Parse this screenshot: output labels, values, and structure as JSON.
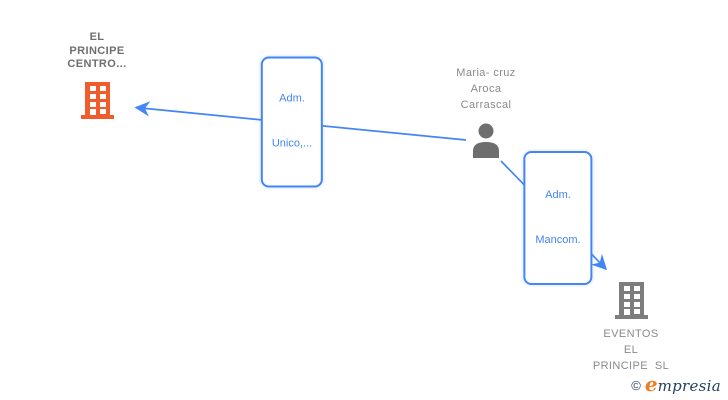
{
  "diagram": {
    "type": "corporate-relationship-graph",
    "nodes": {
      "company_a": {
        "kind": "company",
        "line1": "EL",
        "line2": "PRINCIPE",
        "line3": "CENTRO...",
        "icon": "building-icon",
        "icon_color": "#f25c2a"
      },
      "person": {
        "kind": "person",
        "line1": "Maria- cruz",
        "line2": "Aroca",
        "line3": "Carrascal",
        "icon": "person-icon",
        "icon_color": "#6e6e6e"
      },
      "company_b": {
        "kind": "company",
        "line1": "EVENTOS",
        "line2": "EL",
        "line3": "PRINCIPE  SL",
        "icon": "building-icon",
        "icon_color": "#7d7d7d"
      }
    },
    "edges": {
      "unico": {
        "from": "person",
        "to": "company_a",
        "line1": "Adm.",
        "line2": "Unico,..."
      },
      "mancom": {
        "from": "person",
        "to": "company_b",
        "line1": "Adm.",
        "line2": "Mancom."
      }
    },
    "colors": {
      "edge_blue": "#4285f4",
      "company_a_orange": "#f25c2a",
      "company_b_gray": "#7d7d7d",
      "person_gray": "#6e6e6e",
      "label_text_gray": "#757575",
      "background": "#ffffff"
    }
  },
  "watermark": {
    "copyright": "©",
    "brand_first_letter": "e",
    "brand_rest": "mpresia",
    "navy": "#24405e",
    "orange": "#ef7d25"
  }
}
